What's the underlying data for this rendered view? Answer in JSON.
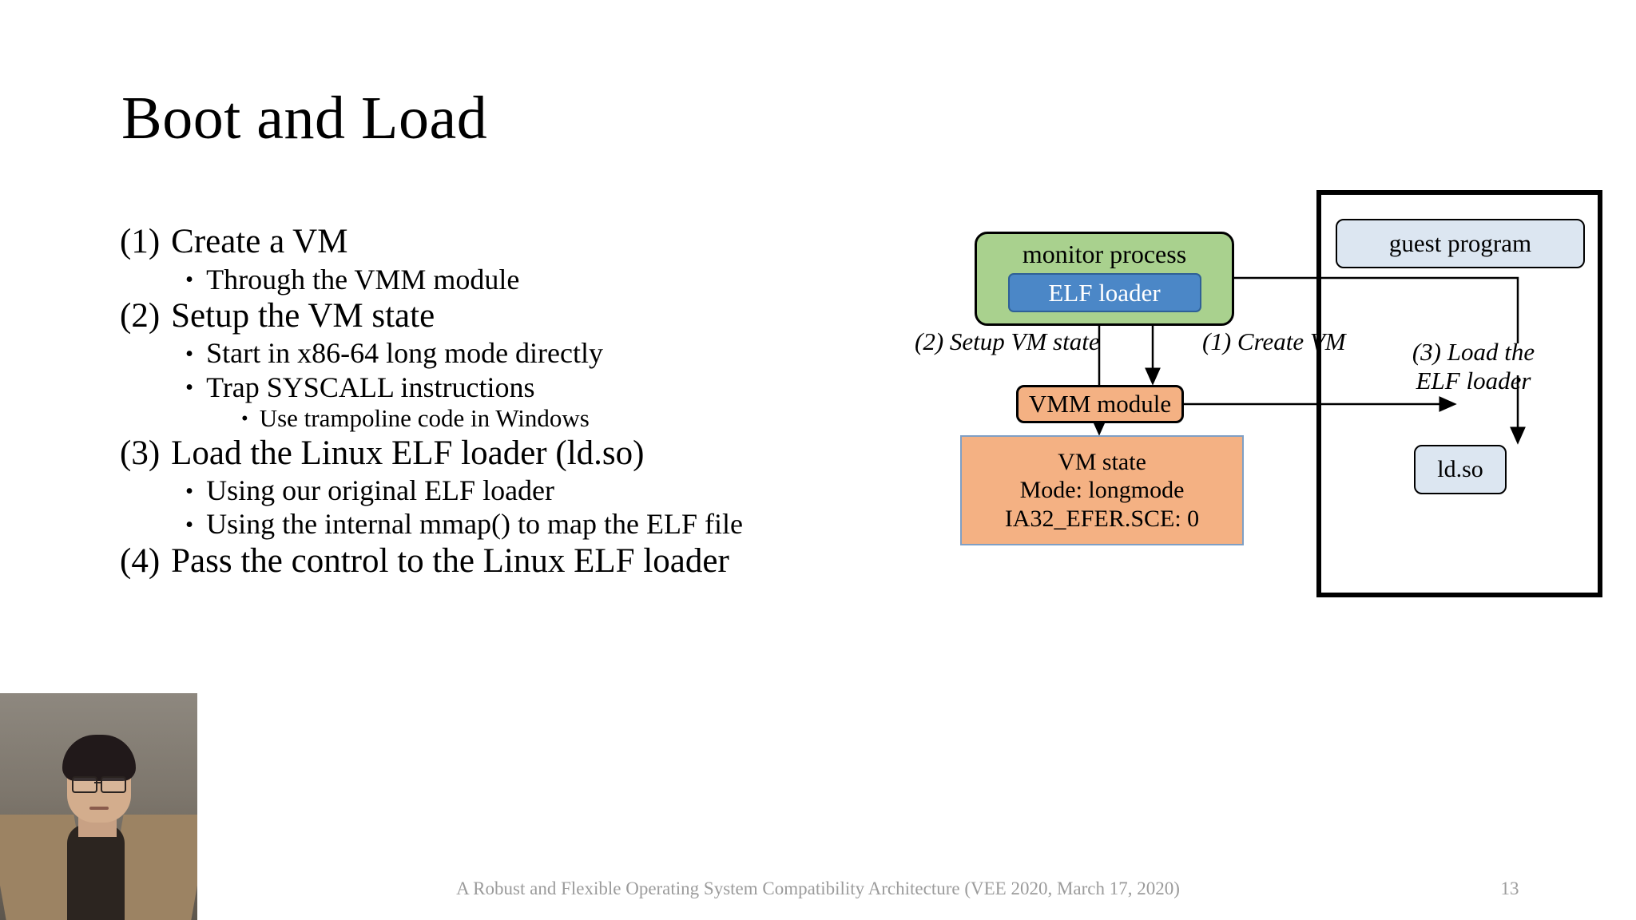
{
  "slide": {
    "title": "Boot and Load",
    "footer": "A Robust and Flexible Operating System Compatibility Architecture (VEE 2020, March 17, 2020)",
    "page_number": "13"
  },
  "bullets": [
    {
      "level": 1,
      "bullet": "(1)",
      "text": "Create a VM"
    },
    {
      "level": 2,
      "bullet": "•",
      "text": "Through the VMM module"
    },
    {
      "level": 1,
      "bullet": "(2)",
      "text": "Setup the VM state"
    },
    {
      "level": 2,
      "bullet": "•",
      "text": "Start in x86-64 long mode directly"
    },
    {
      "level": 2,
      "bullet": "•",
      "text": "Trap SYSCALL instructions"
    },
    {
      "level": 3,
      "bullet": "•",
      "text": "Use trampoline code in Windows"
    },
    {
      "level": 1,
      "bullet": "(3)",
      "text": "Load the Linux ELF loader (ld.so)"
    },
    {
      "level": 2,
      "bullet": "•",
      "text": "Using our original ELF loader"
    },
    {
      "level": 2,
      "bullet": "•",
      "text": "Using the internal mmap() to map the ELF file"
    },
    {
      "level": 1,
      "bullet": "(4)",
      "text": "Pass the control to the Linux ELF loader"
    }
  ],
  "diagram": {
    "monitor_process": "monitor process",
    "elf_loader": "ELF loader",
    "vmm_module": "VMM module",
    "vm_state": {
      "title": "VM state",
      "mode": "Mode: longmode",
      "efer": "IA32_EFER.SCE: 0"
    },
    "guest_program": "guest program",
    "ld_so": "ld.so",
    "annotations": {
      "setup_vm_state": "(2) Setup VM state",
      "create_vm": "(1) Create VM",
      "load_elf_loader_line1": "(3) Load the",
      "load_elf_loader_line2": "ELF loader"
    },
    "colors": {
      "monitor_process_fill": "#a9d18e",
      "elf_loader_fill": "#4b87c7",
      "vmm_module_fill": "#f4b183",
      "vm_state_fill": "#f4b183",
      "guest_program_fill": "#dce6f1",
      "ld_so_fill": "#dce6f1",
      "guest_container_border": "#000000"
    }
  }
}
